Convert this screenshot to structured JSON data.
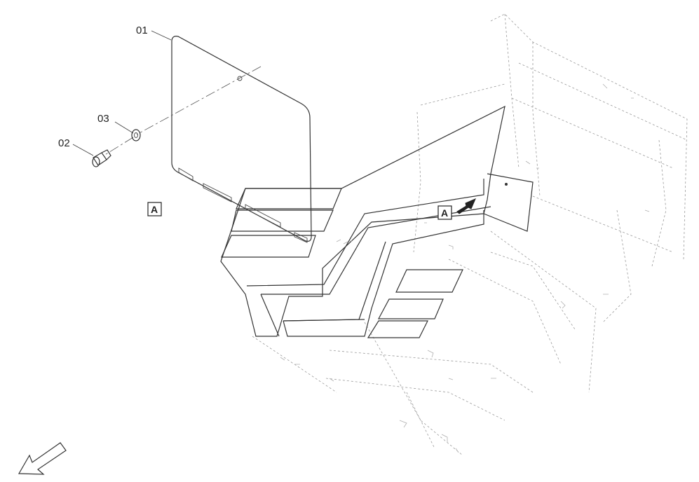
{
  "callouts": {
    "part_01": "01",
    "part_02": "02",
    "part_03": "03"
  },
  "view_reference": {
    "box_label": "A",
    "detail_label": "A"
  },
  "icons": {
    "view_arrow": "arrow-right-icon",
    "orientation_arrow": "front-arrow-icon"
  }
}
